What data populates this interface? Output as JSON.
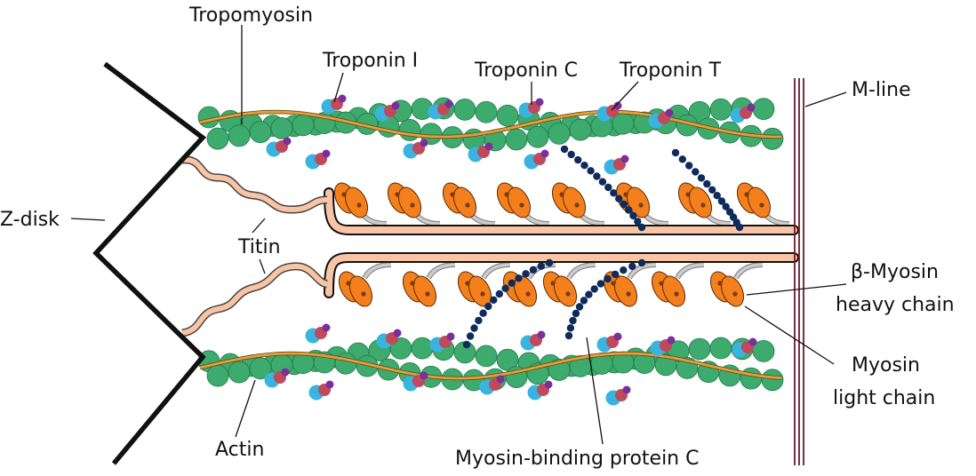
{
  "labels": {
    "tropomyosin": "Tropomyosin",
    "troponin_i": "Troponin I",
    "troponin_c": "Troponin C",
    "troponin_t": "Troponin T",
    "m_line": "M-line",
    "z_disk": "Z-disk",
    "titin": "Titin",
    "beta_myosin_1": "β-Myosin",
    "beta_myosin_2": "heavy chain",
    "myosin_light_1": "Myosin",
    "myosin_light_2": "light chain",
    "actin": "Actin",
    "mybpc": "Myosin-binding protein C"
  },
  "colors": {
    "actin": "#3dab6e",
    "tropomyosin": "#e0a03c",
    "troponin_c": "#39b4e0",
    "troponin_i": "#c04a5c",
    "troponin_t": "#7a2f9a",
    "myosin_head": "#f37f1d",
    "myosin_dot": "#7a3b10",
    "thick_filament": "#f8c4a3",
    "titin": "#f8c4a3",
    "mybpc": "#0f2b5b",
    "m_line": "#6b1a2a",
    "z_disk": "#111111",
    "neck": "#cccccc"
  }
}
